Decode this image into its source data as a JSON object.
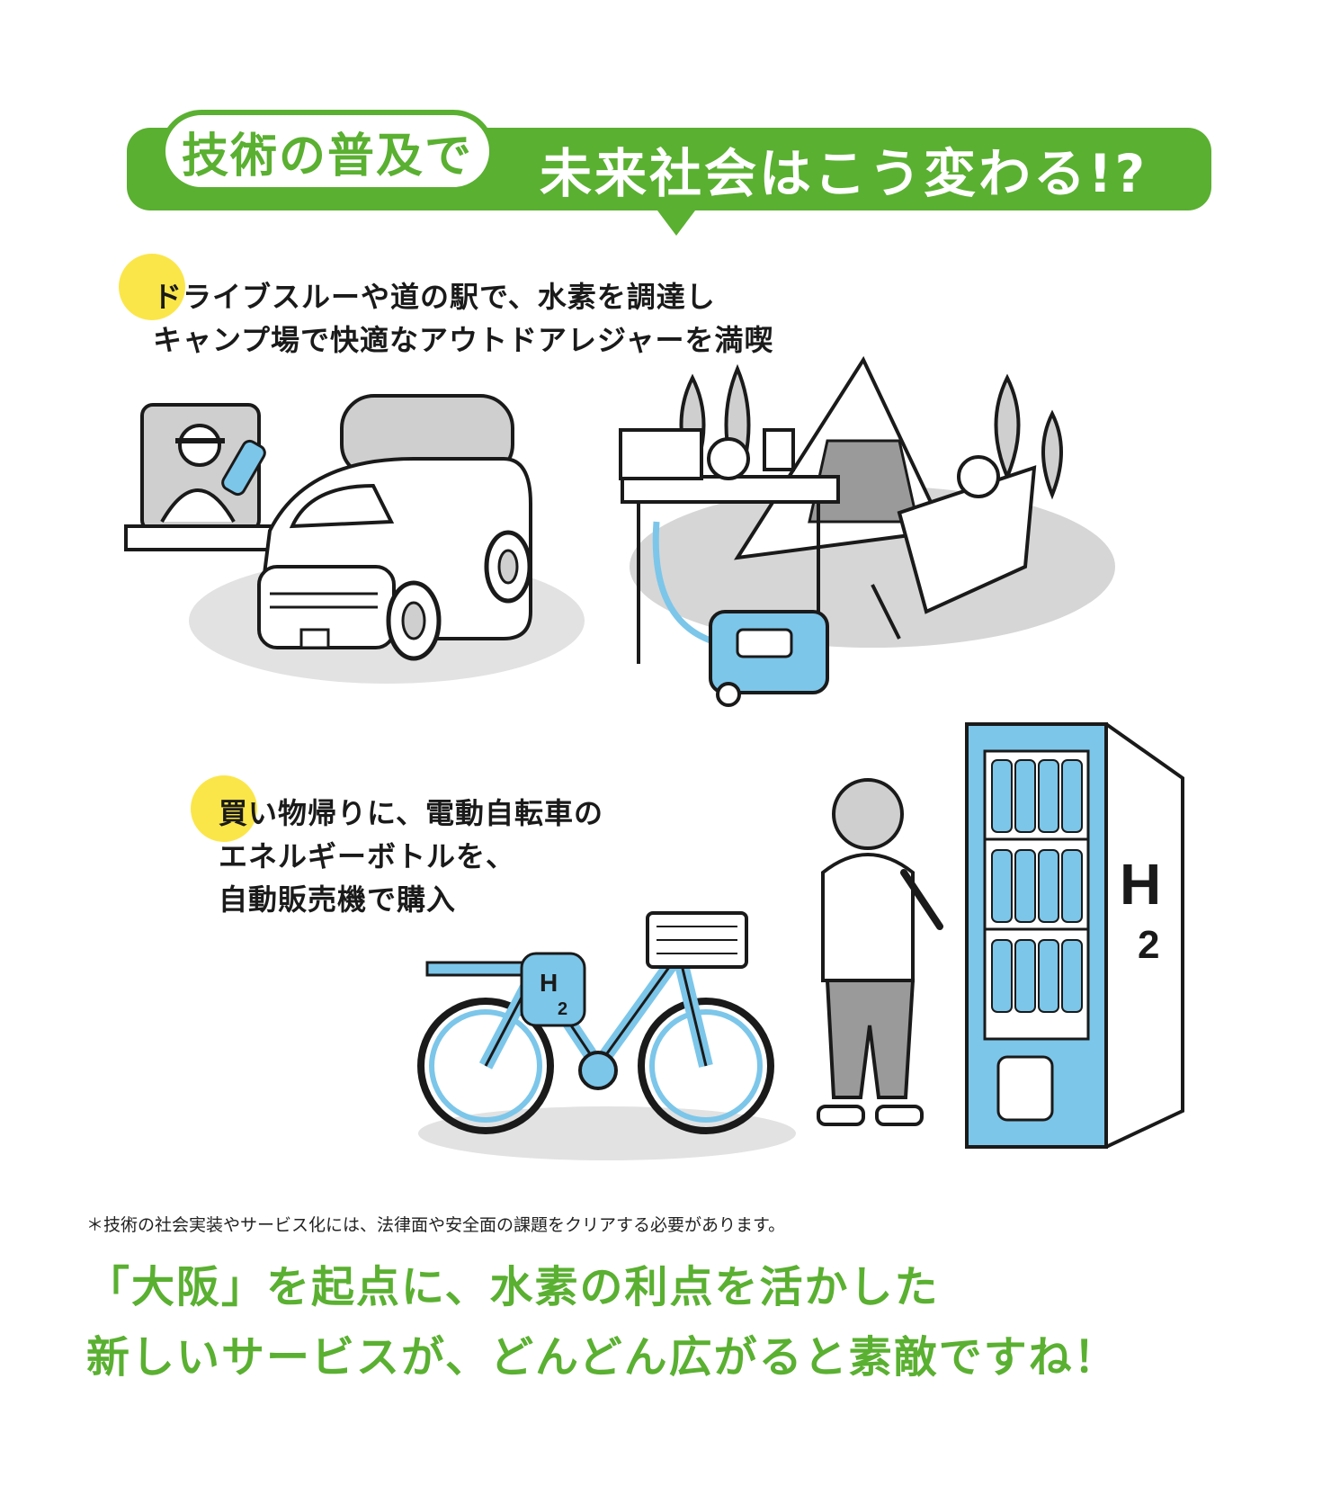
{
  "header": {
    "tag": "技術の普及で",
    "headline": "未来社会はこう変わる!?"
  },
  "scenes": [
    {
      "caption_lines": [
        "ドライブスルーや道の駅で、水素を調達し",
        "キャンプ場で快適なアウトドアレジャーを満喫"
      ]
    },
    {
      "caption_lines": [
        "買い物帰りに、電動自転車の",
        "エネルギーボトルを、",
        "自動販売機で購入"
      ],
      "vending_label": "H",
      "vending_sub": "2",
      "bike_label": "H",
      "bike_sub": "2"
    }
  ],
  "footnote": "＊技術の社会実装やサービス化には、法律面や安全面の課題をクリアする必要があります。",
  "closing_lines": [
    "「大阪」を起点に、水素の利点を活かした",
    "新しいサービスが、どんどん広がると素敵ですね！"
  ],
  "colors": {
    "green": "#5ab031",
    "yellow": "#fbe64a",
    "blue": "#7cc6ea",
    "gray": "#cfcfcf",
    "ink": "#1a1a1a"
  }
}
